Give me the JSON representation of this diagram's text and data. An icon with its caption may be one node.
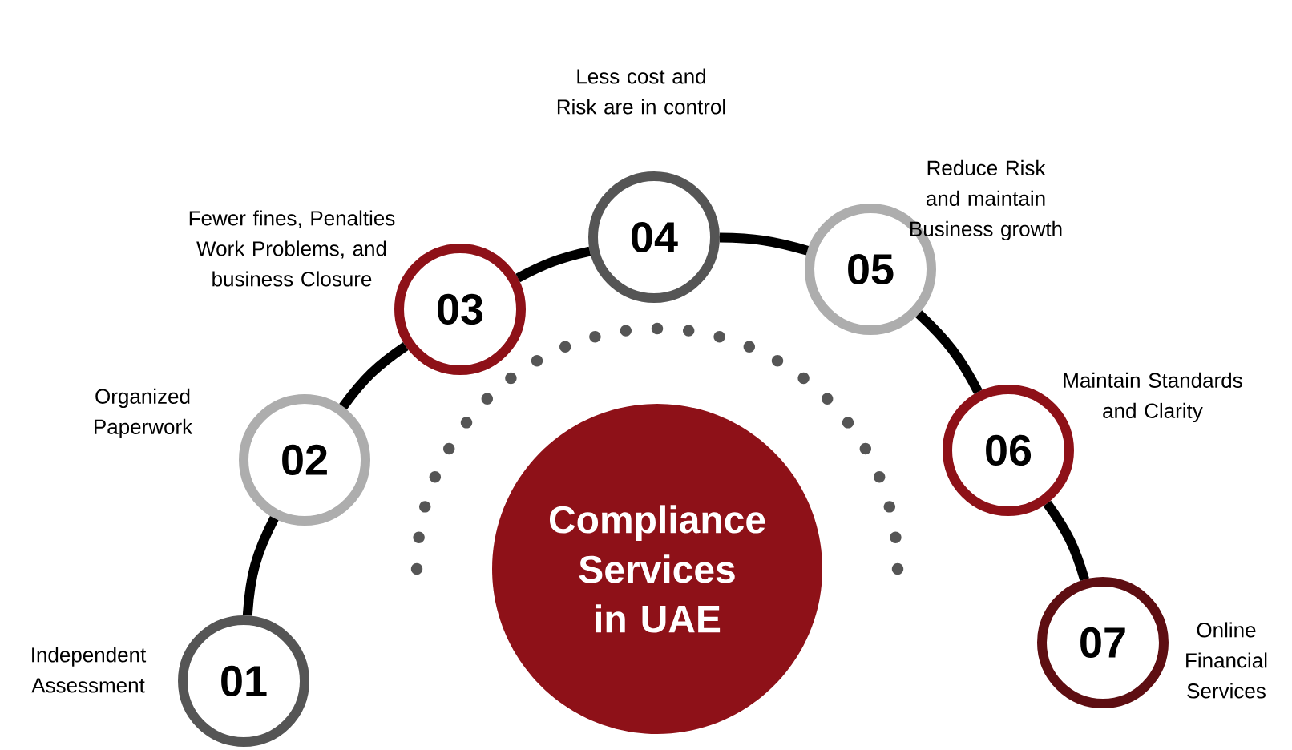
{
  "diagram": {
    "nodes": [
      {
        "text": [
          "Compliance Services in UAE"
        ]
      },
      {
        "text": [
          "01"
        ],
        "beside": [
          "Independent Assessment"
        ]
      },
      {
        "text": [
          "02"
        ],
        "beside": [
          "Organized Paperwork"
        ]
      },
      {
        "text": [
          "03"
        ],
        "beside": [
          "Fewer fines, Penalties Work Problems, and business Closure"
        ]
      },
      {
        "text": [
          "04"
        ],
        "beside": [
          "Less cost and Risk are in control"
        ]
      },
      {
        "text": [
          "05"
        ],
        "beside": [
          "Reduce Risk and maintain Business growth"
        ]
      },
      {
        "text": [
          "06"
        ],
        "beside": [
          "Maintain Standards and Clarity"
        ]
      },
      {
        "text": [
          "07"
        ],
        "beside": [
          "Online Financial Services"
        ]
      }
    ],
    "edges": [
      {
        "from": 1,
        "to": 2,
        "arrow": "none"
      },
      {
        "from": 2,
        "to": 3,
        "arrow": "none"
      },
      {
        "from": 3,
        "to": 4,
        "arrow": "none"
      },
      {
        "from": 4,
        "to": 5,
        "arrow": "none"
      },
      {
        "from": 5,
        "to": 6,
        "arrow": "none"
      },
      {
        "from": 6,
        "to": 7,
        "arrow": "none"
      }
    ]
  }
}
